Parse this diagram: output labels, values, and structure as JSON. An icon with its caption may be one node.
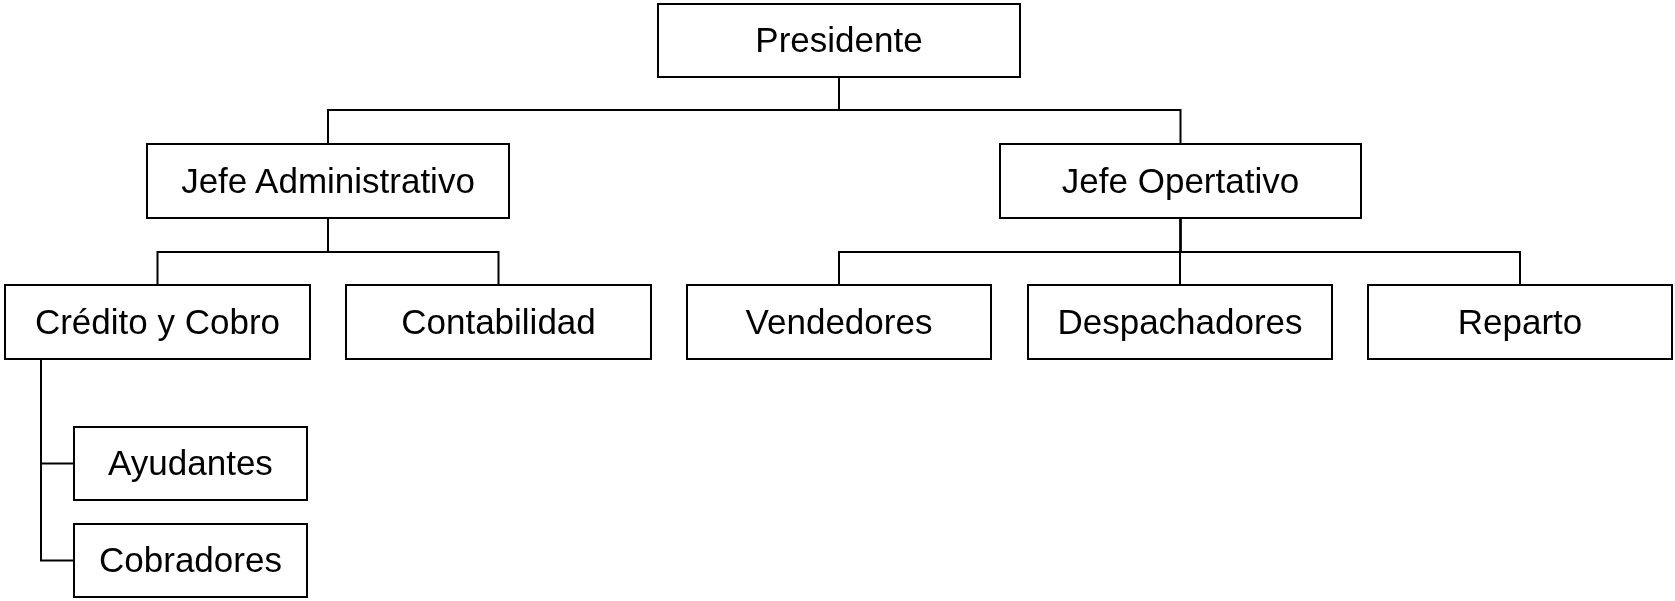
{
  "diagram": {
    "nodes": [
      {
        "text": [
          "Presidente"
        ]
      },
      {
        "text": [
          "Jefe Administrativo"
        ]
      },
      {
        "text": [
          "Jefe Opertativo"
        ]
      },
      {
        "text": [
          "Crédito y Cobro"
        ]
      },
      {
        "text": [
          "Contabilidad"
        ]
      },
      {
        "text": [
          "Vendedores"
        ]
      },
      {
        "text": [
          "Despachadores"
        ]
      },
      {
        "text": [
          "Reparto"
        ]
      },
      {
        "text": [
          "Ayudantes"
        ]
      },
      {
        "text": [
          "Cobradores"
        ]
      }
    ],
    "edges": [
      {
        "from": 0,
        "to": 1,
        "arrow": "none"
      },
      {
        "from": 0,
        "to": 2,
        "arrow": "none"
      },
      {
        "from": 1,
        "to": 3,
        "arrow": "none"
      },
      {
        "from": 1,
        "to": 4,
        "arrow": "none"
      },
      {
        "from": 2,
        "to": 5,
        "arrow": "none"
      },
      {
        "from": 2,
        "to": 6,
        "arrow": "none"
      },
      {
        "from": 2,
        "to": 7,
        "arrow": "none"
      },
      {
        "from": 3,
        "to": 8,
        "arrow": "none"
      },
      {
        "from": 3,
        "to": 9,
        "arrow": "none"
      }
    ]
  }
}
